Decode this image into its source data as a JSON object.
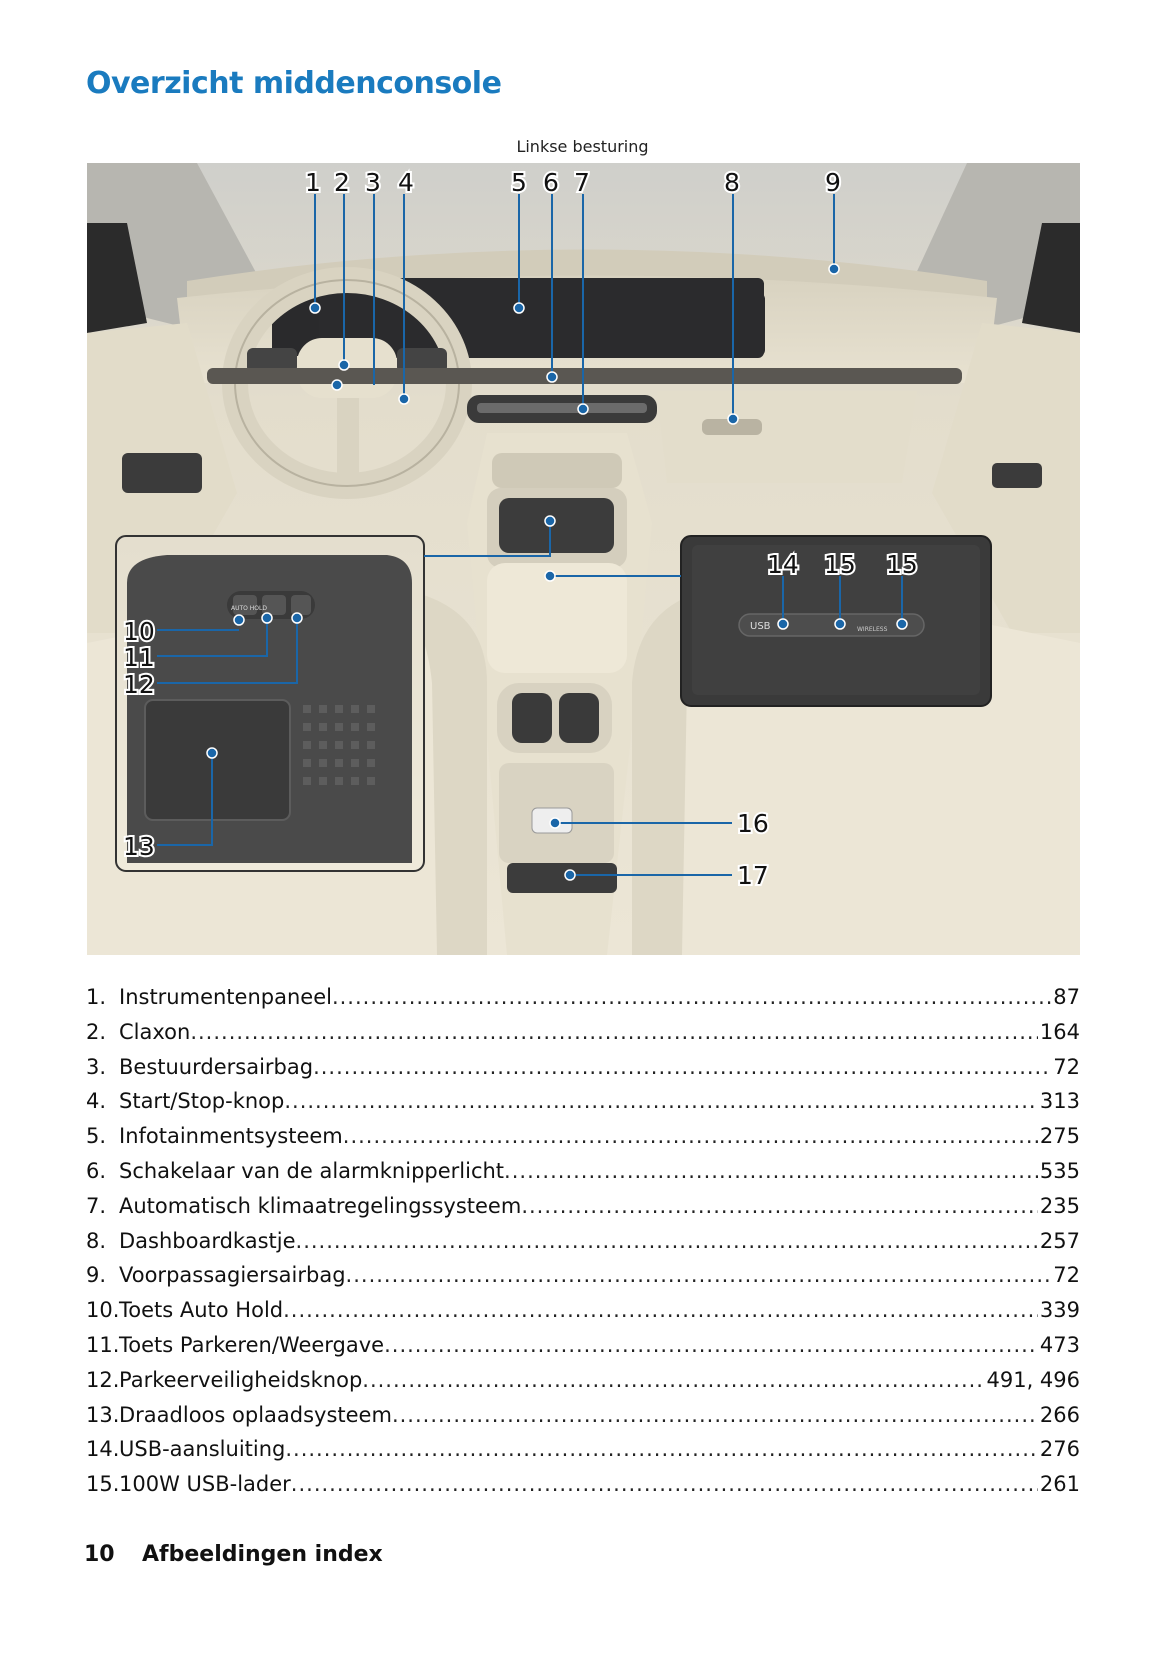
{
  "page": {
    "title": "Overzicht middenconsole",
    "caption": "Linkse besturing",
    "footer_number": "10",
    "footer_title": "Afbeeldingen index"
  },
  "figure": {
    "callouts": [
      "1",
      "2",
      "3",
      "4",
      "5",
      "6",
      "7",
      "8",
      "9",
      "10",
      "11",
      "12",
      "13",
      "14",
      "15",
      "15",
      "16",
      "17"
    ],
    "badge_labels": [
      "AUTO HOLD",
      "USB",
      "WIRELESS"
    ]
  },
  "index": [
    {
      "num": "1.",
      "label": "Instrumentenpaneel",
      "page": "87"
    },
    {
      "num": "2.",
      "label": "Claxon",
      "page": "164"
    },
    {
      "num": "3.",
      "label": "Bestuurdersairbag",
      "page": "72"
    },
    {
      "num": "4.",
      "label": "Start/Stop-knop",
      "page": "313"
    },
    {
      "num": "5.",
      "label": "Infotainmentsysteem",
      "page": "275"
    },
    {
      "num": "6.",
      "label": "Schakelaar van de alarmknipperlicht",
      "page": "535"
    },
    {
      "num": "7.",
      "label": "Automatisch klimaatregelingssysteem",
      "page": "235"
    },
    {
      "num": "8.",
      "label": "Dashboardkastje",
      "page": "257"
    },
    {
      "num": "9.",
      "label": "Voorpassagiersairbag",
      "page": "72"
    },
    {
      "num": "10.",
      "label": "Toets Auto Hold",
      "page": "339"
    },
    {
      "num": "11.",
      "label": "Toets Parkeren/Weergave",
      "page": "473"
    },
    {
      "num": "12.",
      "label": "Parkeerveiligheidsknop",
      "page": "491, 496"
    },
    {
      "num": "13.",
      "label": "Draadloos oplaadsysteem",
      "page": "266"
    },
    {
      "num": "14.",
      "label": "USB-aansluiting",
      "page": "276"
    },
    {
      "num": "15.",
      "label": "100W USB-lader",
      "page": "261"
    }
  ],
  "colors": {
    "title": "#1a7bbf",
    "interior": "#e9e3d2",
    "dark_trim": "#3c3c3c"
  }
}
